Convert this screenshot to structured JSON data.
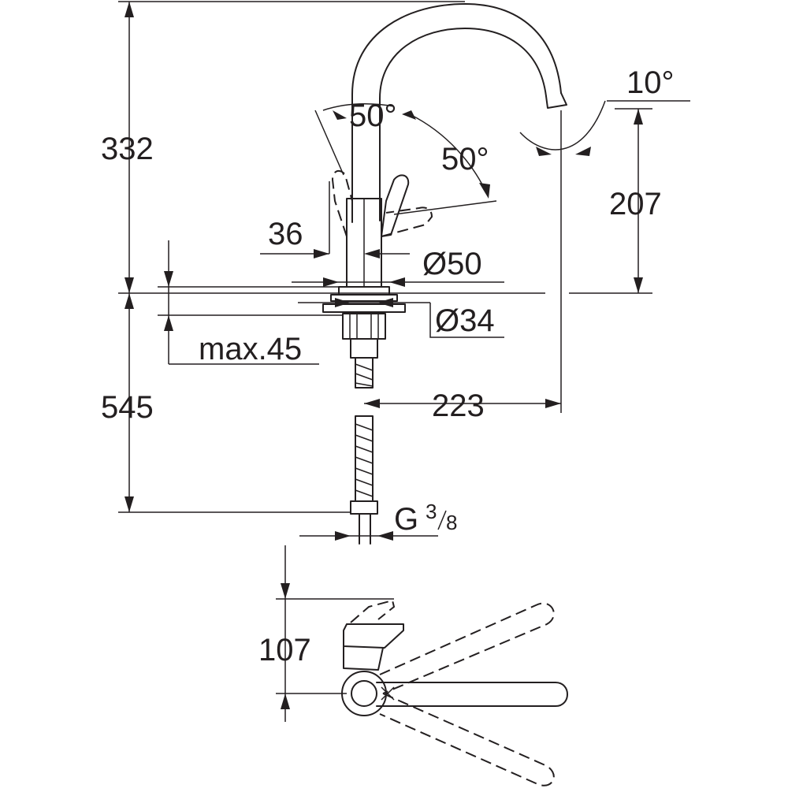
{
  "dimensions": {
    "height_spout": "332",
    "height_below_deck": "545",
    "max_deck_thickness": "max.45",
    "lever_angle_left": "50°",
    "lever_angle_right": "50°",
    "spout_angle": "10°",
    "spout_height": "207",
    "lever_offset": "36",
    "body_diameter": "Ø50",
    "hole_diameter": "Ø34",
    "spout_reach": "223",
    "connection_g": "G",
    "connection_num": "3",
    "connection_den": "8",
    "plan_depth": "107"
  },
  "colors": {
    "line": "#231f20",
    "background": "#ffffff"
  }
}
